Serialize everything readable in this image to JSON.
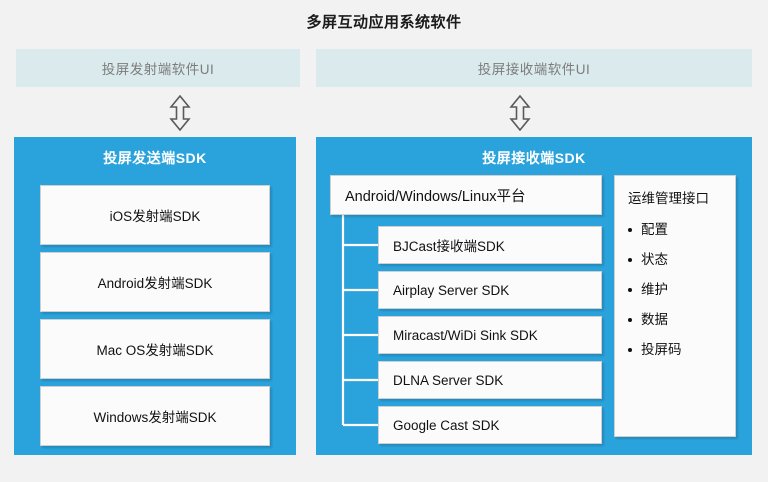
{
  "page": {
    "title": "多屏互动应用系统软件",
    "background_color": "#f2f2f2",
    "accent_color": "#2aa3dd",
    "ui_bar_color": "#daeaed"
  },
  "ui_bars": [
    {
      "name": "sender-ui",
      "label": "投屏发射端软件UI"
    },
    {
      "name": "receiver-ui",
      "label": "投屏接收端软件UI"
    }
  ],
  "connectors": [
    {
      "name": "sender-link",
      "icon": "double-headed-vertical-arrow-icon"
    },
    {
      "name": "receiver-link",
      "icon": "double-headed-vertical-arrow-icon"
    }
  ],
  "sender_panel": {
    "title": "投屏发送端SDK",
    "cards": [
      {
        "label": "iOS发射端SDK"
      },
      {
        "label": "Android发射端SDK"
      },
      {
        "label": "Mac OS发射端SDK"
      },
      {
        "label": "Windows发射端SDK"
      }
    ]
  },
  "receiver_panel": {
    "title": "投屏接收端SDK",
    "platform": "Android/Windows/Linux平台",
    "cards": [
      {
        "label": "BJCast接收端SDK"
      },
      {
        "label": "Airplay Server SDK"
      },
      {
        "label": "Miracast/WiDi Sink SDK"
      },
      {
        "label": "DLNA Server SDK"
      },
      {
        "label": "Google Cast SDK"
      }
    ],
    "ops": {
      "title": "运维管理接口",
      "items": [
        {
          "label": "配置"
        },
        {
          "label": "状态"
        },
        {
          "label": "维护"
        },
        {
          "label": "数据"
        },
        {
          "label": "投屏码"
        }
      ]
    }
  }
}
